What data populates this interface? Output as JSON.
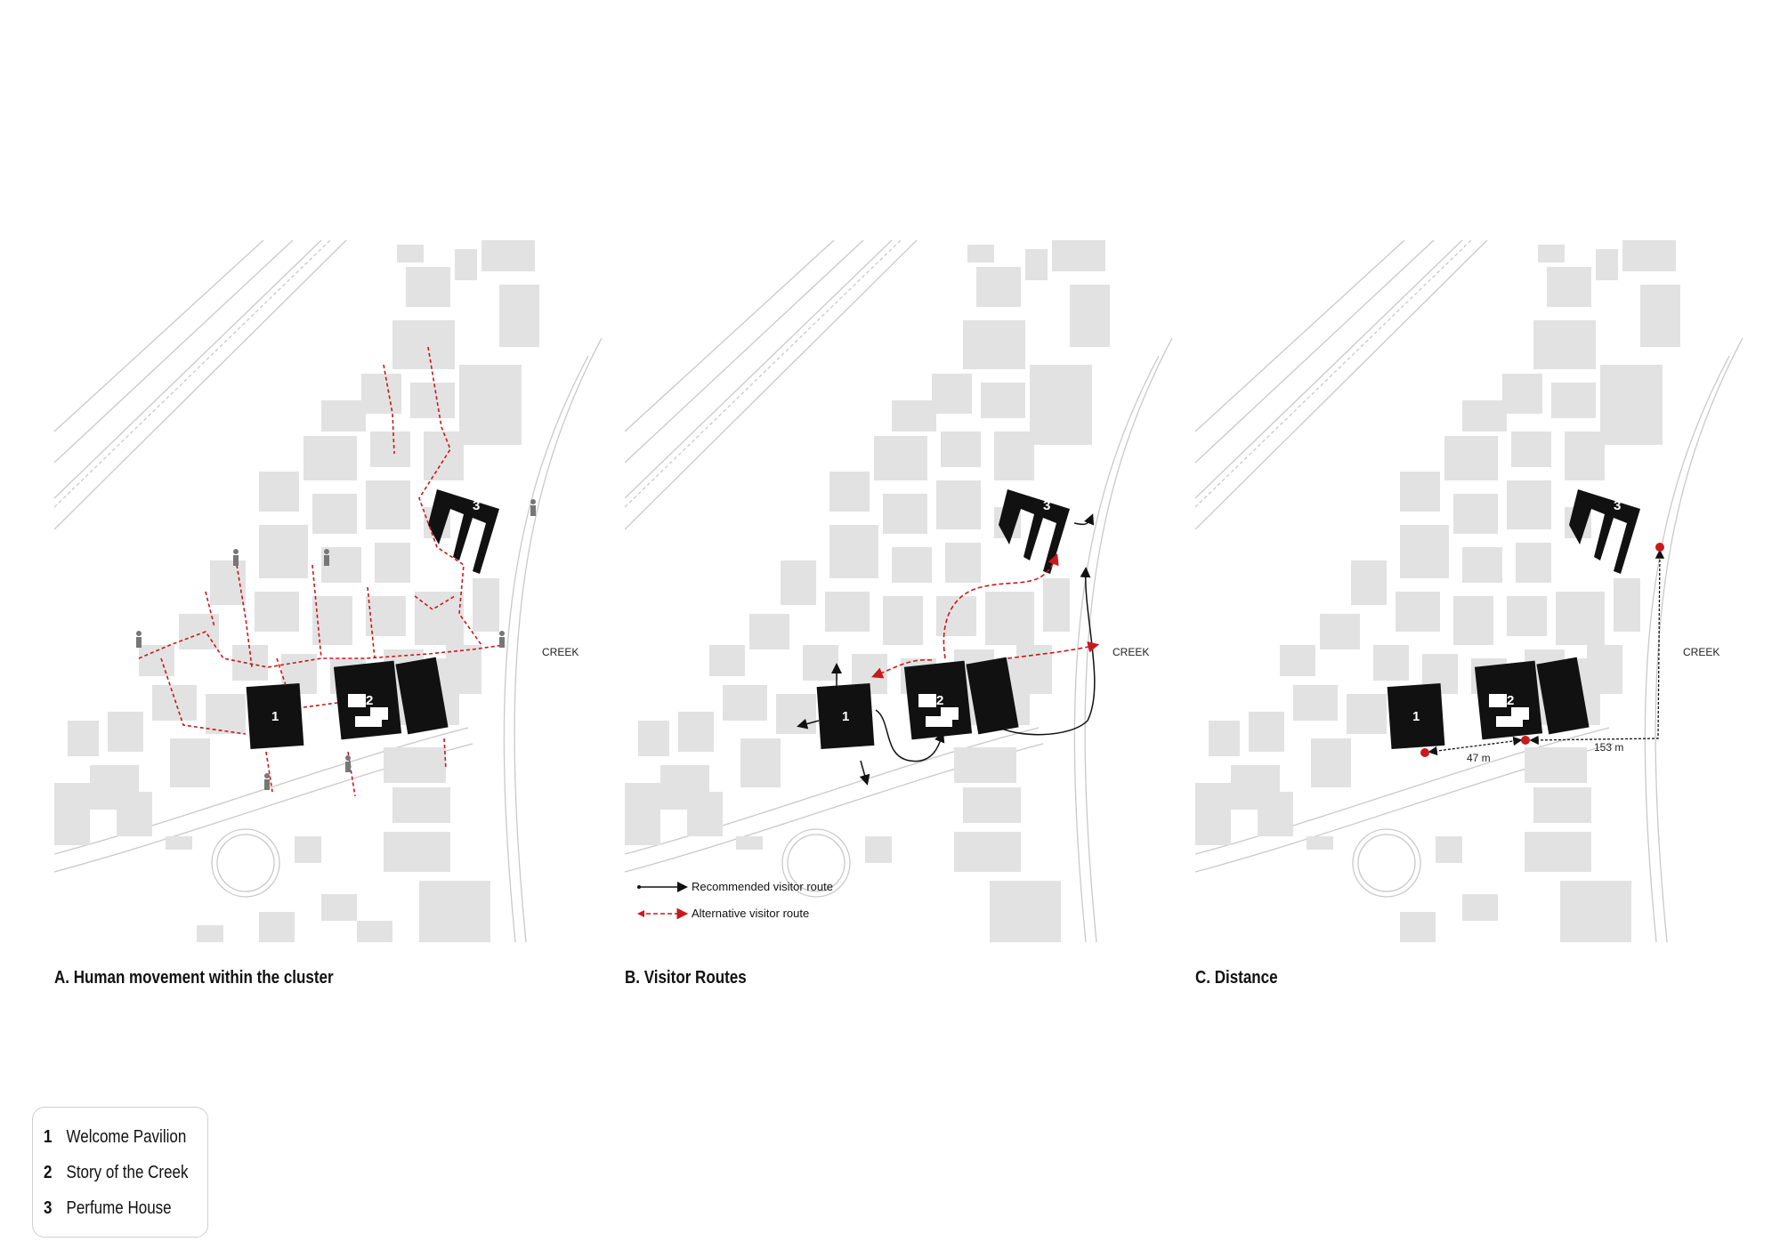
{
  "panels": {
    "a": {
      "caption": "A. Human movement within the cluster",
      "creek_label": "CREEK"
    },
    "b": {
      "caption": "B. Visitor Routes",
      "creek_label": "CREEK",
      "route_legend": {
        "recommended": "Recommended visitor route",
        "alternative": "Alternative visitor route"
      }
    },
    "c": {
      "caption": "C. Distance",
      "creek_label": "CREEK",
      "distance_1": "47 m",
      "distance_2": "153 m"
    }
  },
  "buildings": [
    {
      "number": "1",
      "name": "Welcome Pavilion"
    },
    {
      "number": "2",
      "name": "Story of the Creek"
    },
    {
      "number": "3",
      "name": "Perfume House"
    }
  ],
  "colors": {
    "context_building": "#e2e2e2",
    "highlight_building": "#111111",
    "alternative_route": "#c8191c",
    "recommended_route": "#111111",
    "road_line": "#c9c9c9"
  },
  "icons": {
    "person": "person-icon",
    "distance_marker": "red-dot-marker"
  }
}
